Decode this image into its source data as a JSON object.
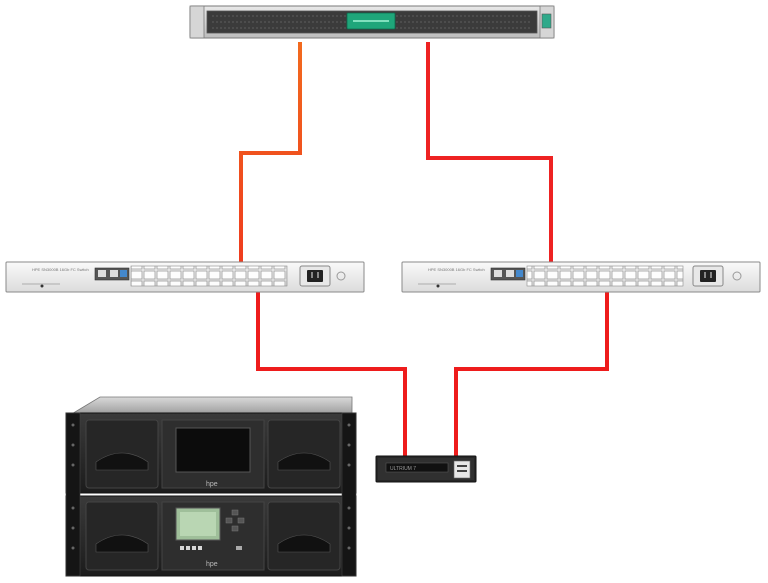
{
  "diagram": {
    "nodes": [
      {
        "id": "server",
        "type": "rack-server-1u"
      },
      {
        "id": "switch-left",
        "type": "fibre-channel-switch",
        "model_label": "HPE SN3000B 16Gb FC Switch"
      },
      {
        "id": "switch-right",
        "type": "fibre-channel-switch",
        "model_label": "HPE SN3000B 16Gb FC Switch"
      },
      {
        "id": "tape-library",
        "type": "tape-library",
        "badge": "hpe"
      },
      {
        "id": "tape-drive",
        "type": "tape-drive",
        "drive_label": "ULTRIUM 7"
      }
    ],
    "links": [
      {
        "from": "server",
        "to": "switch-left",
        "color": "#f05a1e"
      },
      {
        "from": "server",
        "to": "switch-right",
        "color": "#ee2222"
      },
      {
        "from": "switch-left",
        "to": "tape-drive",
        "color": "#ee1c1c"
      },
      {
        "from": "switch-right",
        "to": "tape-drive",
        "color": "#ee1c1c"
      }
    ],
    "colors": {
      "server_accent": "#1fa67a",
      "chassis_dark": "#2a2a2a",
      "switch_body": "#f2f2f2"
    }
  }
}
